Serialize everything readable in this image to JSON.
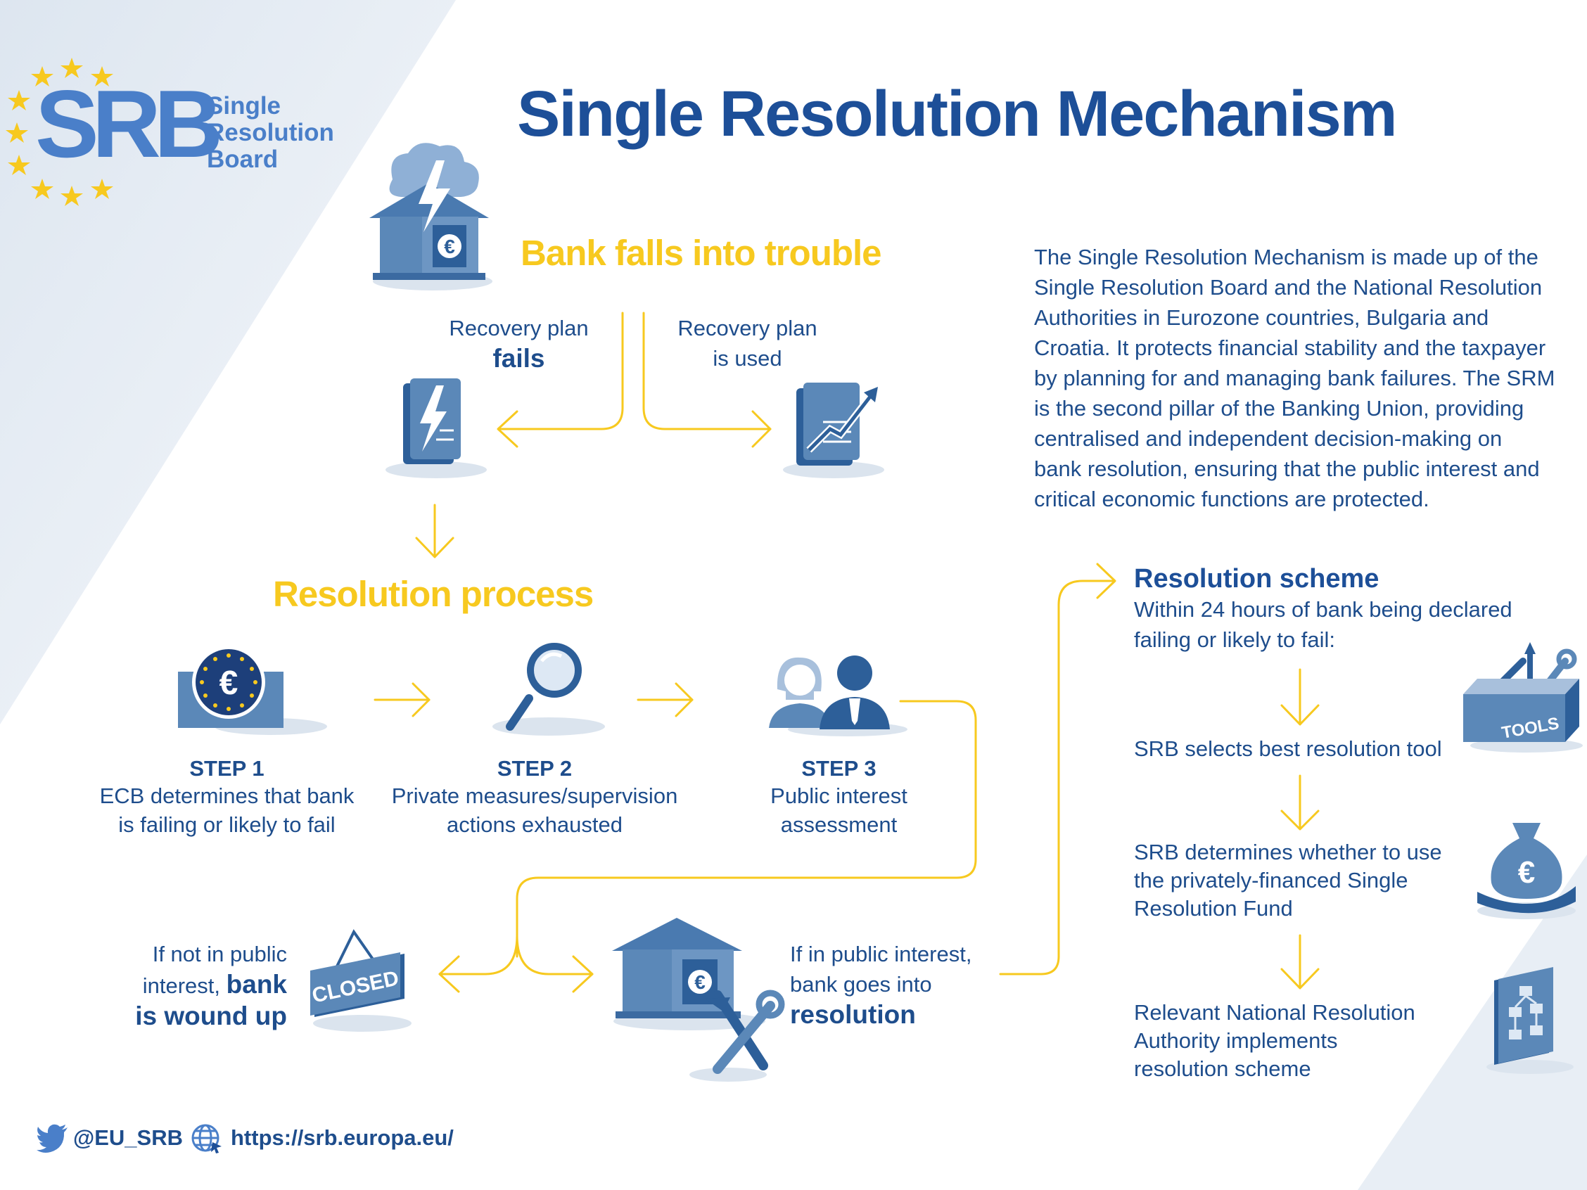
{
  "logo": {
    "letters": "SRB",
    "line1": "Single",
    "line2": "Resolution",
    "line3": "Board"
  },
  "title": "Single Resolution Mechanism",
  "trouble": {
    "heading": "Bank falls into trouble",
    "fails_line1": "Recovery plan",
    "fails_line2": "fails",
    "used_line1": "Recovery plan",
    "used_line2": "is used"
  },
  "description": {
    "lines": [
      "The Single Resolution Mechanism is made up of the",
      "Single Resolution Board and the National Resolution",
      "Authorities in Eurozone countries, Bulgaria and",
      "Croatia. It protects financial stability and the taxpayer",
      "by planning for and managing bank failures. The SRM",
      "is the second pillar of the Banking Union, providing",
      "centralised and independent decision-making on",
      "bank resolution, ensuring that the public interest and",
      "critical economic functions are protected."
    ]
  },
  "process": {
    "heading": "Resolution process",
    "steps": [
      {
        "label": "STEP 1",
        "line1": "ECB determines that bank",
        "line2": "is failing or likely to fail"
      },
      {
        "label": "STEP 2",
        "line1": "Private measures/supervision",
        "line2": "actions exhausted"
      },
      {
        "label": "STEP 3",
        "line1": "Public interest",
        "line2": "assessment"
      }
    ]
  },
  "outcomes": {
    "not_public_line1": "If not in public",
    "not_public_line2a": "interest,",
    "not_public_line2b": "bank",
    "not_public_line3": "is wound up",
    "closed_sign": "CLOSED",
    "public_line1": "If in public interest,",
    "public_line2": "bank goes into",
    "public_line3": "resolution"
  },
  "scheme": {
    "heading": "Resolution scheme",
    "sub_line1": "Within 24 hours of bank being declared",
    "sub_line2": "failing or likely to fail:",
    "item1": "SRB selects best resolution tool",
    "tools_label": "TOOLS",
    "item2_line1": "SRB determines whether to use",
    "item2_line2": "the privately-financed Single",
    "item2_line3": "Resolution Fund",
    "item3_line1": "Relevant National Resolution",
    "item3_line2": "Authority implements",
    "item3_line3": "resolution scheme"
  },
  "footer": {
    "twitter": "@EU_SRB",
    "website": "https://srb.europa.eu/"
  },
  "colors": {
    "dark_blue": "#1d4f98",
    "mid_blue": "#4a7fc9",
    "steel_blue": "#5b88b8",
    "yellow": "#f7c91f",
    "light_bg": "#e6edf5"
  },
  "icons": [
    "star-icon",
    "bank-cloud-lightning-icon",
    "failed-document-icon",
    "growth-document-icon",
    "ecb-euro-coin-icon",
    "magnifier-icon",
    "people-icon",
    "closed-sign-icon",
    "bank-tools-icon",
    "toolbox-icon",
    "money-bag-hand-icon",
    "network-tablet-icon",
    "twitter-icon",
    "globe-icon"
  ]
}
